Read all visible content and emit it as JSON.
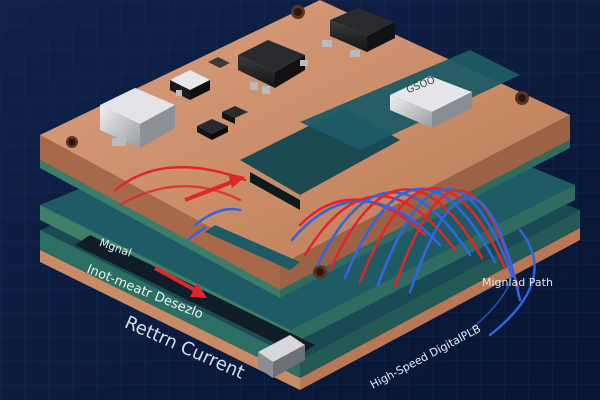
{
  "labels": {
    "chip_marking": "GSOO",
    "signal_tag": "Mgnal",
    "board_text": "Inot-meatr Desezlo",
    "return_current": "Rettrn Current",
    "signal_path": "Mignlad Path",
    "pcb_label": "High-Speed DigitalPLB"
  },
  "colors": {
    "background": "#0b1a3a",
    "copper": "#c98c6a",
    "copper_edge": "#a8694b",
    "substrate": "#1e5b64",
    "substrate_dark": "#16424a",
    "field_red": "#e0262b",
    "field_blue": "#2f66e0"
  },
  "icons": {
    "arrow": "arrow-icon",
    "mount_hole": "mount-hole-icon"
  }
}
